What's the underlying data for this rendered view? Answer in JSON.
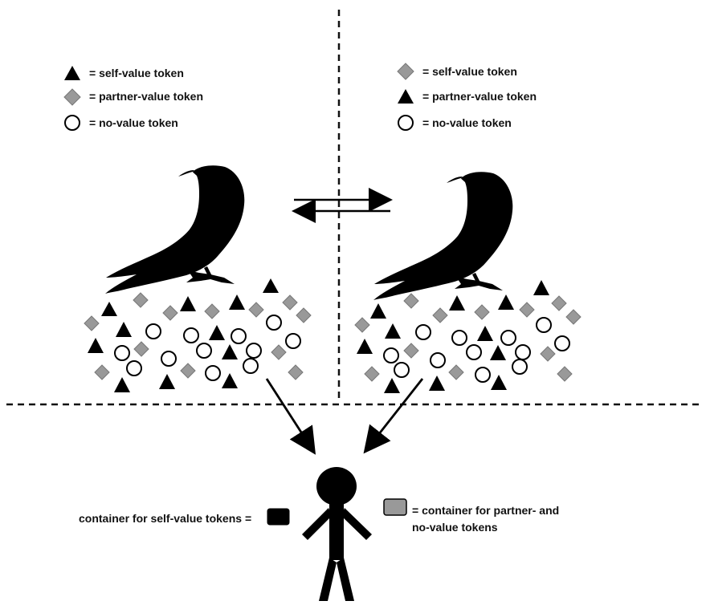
{
  "colors": {
    "black": "#000000",
    "gray": "#999999",
    "grayStroke": "#777777",
    "white": "#ffffff"
  },
  "legendLeft": [
    {
      "icon": "triangle",
      "label": "= self-value token"
    },
    {
      "icon": "diamond",
      "label": "= partner-value token"
    },
    {
      "icon": "circle",
      "label": "= no-value token"
    }
  ],
  "legendRight": [
    {
      "icon": "diamond",
      "label": "= self-value token"
    },
    {
      "icon": "triangle",
      "label": "= partner-value token"
    },
    {
      "icon": "circle",
      "label": "= no-value token"
    }
  ],
  "containers": {
    "self_label": "container for self-value tokens =",
    "partner_label_line1": "= container for partner- and",
    "partner_label_line2": "no-value tokens"
  },
  "icons": {
    "bird": "raven-silhouette-icon",
    "human": "stick-figure-icon",
    "exchange": "two-way-arrow-icon"
  }
}
